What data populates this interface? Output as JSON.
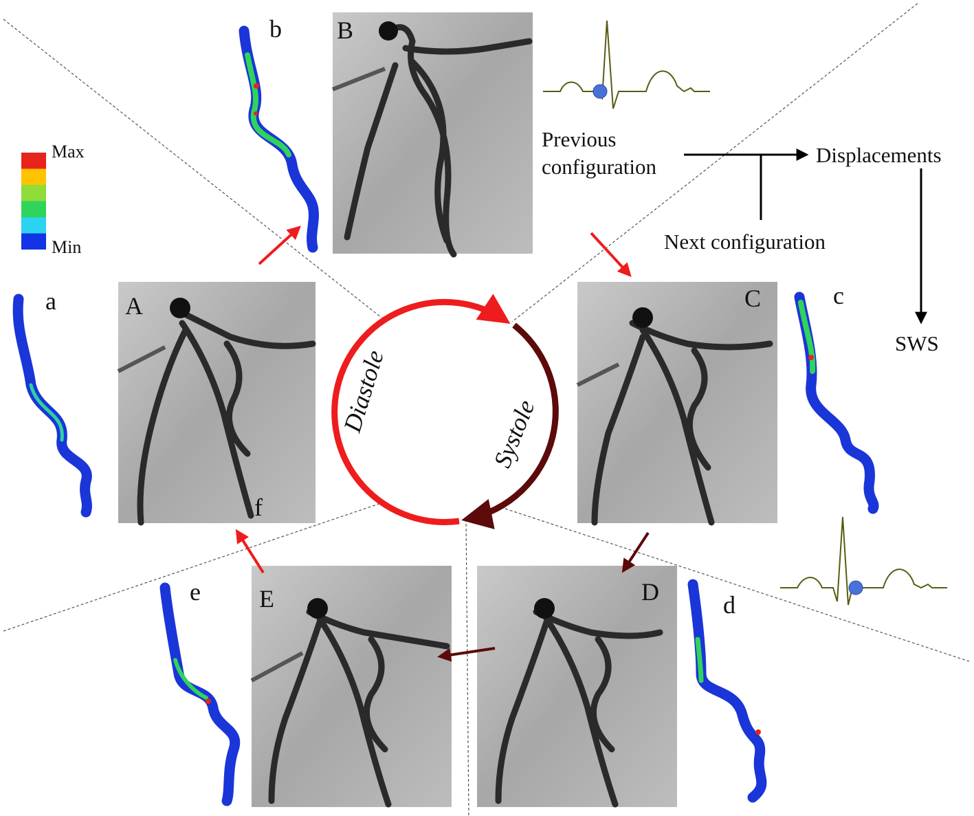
{
  "legend": {
    "max_label": "Max",
    "min_label": "Min",
    "colors": [
      "#e8231b",
      "#ffc300",
      "#8fdc3a",
      "#2fd45a",
      "#2bd3f0",
      "#1233e6"
    ]
  },
  "model_labels": {
    "a": "a",
    "b": "b",
    "c": "c",
    "d": "d",
    "e": "e"
  },
  "angiograms": {
    "A": {
      "letter": "A",
      "extra": "f"
    },
    "B": {
      "letter": "B"
    },
    "C": {
      "letter": "C"
    },
    "D": {
      "letter": "D"
    },
    "E": {
      "letter": "E"
    }
  },
  "cycle": {
    "diastole": "Diastole",
    "systole": "Systole",
    "colors": {
      "diastole": "#ee1c1c",
      "systole": "#5c0a0a"
    }
  },
  "flow": {
    "previous": "Previous configuration",
    "previous_line1": "Previous",
    "previous_line2": "configuration",
    "next": "Next configuration",
    "displacements": "Displacements",
    "sws": "SWS"
  },
  "ecg": {
    "line_color": "#5a5a12",
    "marker_color": "#4a72d6"
  }
}
